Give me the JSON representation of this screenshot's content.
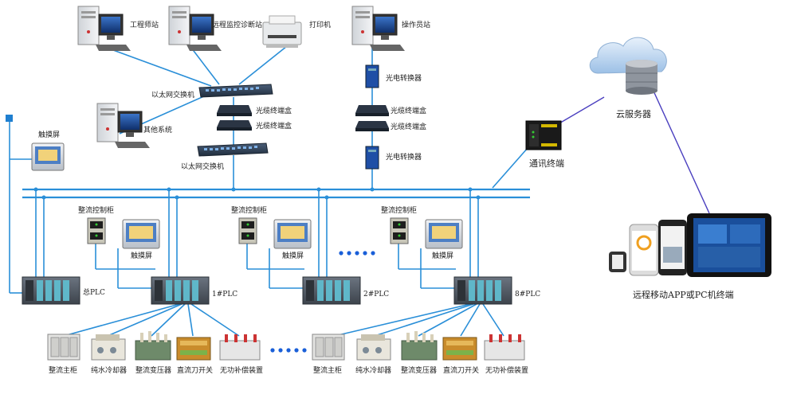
{
  "labels": {
    "engineer_station": "工程师站",
    "remote_diag_station": "远程监控诊断站",
    "printer": "打印机",
    "operator_station": "操作员站",
    "ethernet_switch_top": "以太网交换机",
    "fiber_box_1": "光缆终端盒",
    "fiber_box_2": "光缆终端盒",
    "other_system": "其他系统",
    "ethernet_switch_bottom": "以太网交换机",
    "optical_converter_top": "光电转换器",
    "fiber_box_3": "光缆终端盒",
    "fiber_box_4": "光缆终端盒",
    "optical_converter_bottom": "光电转换器",
    "comm_terminal": "通讯终端",
    "cloud_server": "云服务器",
    "remote_terminal": "远程移动APP或PC机终端",
    "touchscreen_main": "触摸屏",
    "rect_cabinet_1": "整流控制柜",
    "rect_cabinet_2": "整流控制柜",
    "rect_cabinet_3": "整流控制柜",
    "touchscreen_1": "触摸屏",
    "touchscreen_2": "触摸屏",
    "touchscreen_3": "触摸屏",
    "plc_main": "总PLC",
    "plc_1": "1#PLC",
    "plc_2": "2#PLC",
    "plc_8": "8#PLC",
    "dev_left": [
      "整流主柜",
      "纯水冷却器",
      "整流变压器",
      "直流刀开关",
      "无功补偿装置"
    ],
    "dev_right": [
      "整流主柜",
      "纯水冷却器",
      "整流变压器",
      "直流刀开关",
      "无功补偿装置"
    ]
  },
  "colors": {
    "wire": "#2a8fd8",
    "cloud_link": "#4a3fbf",
    "ellipsis_dots": "#1a5fd8"
  }
}
